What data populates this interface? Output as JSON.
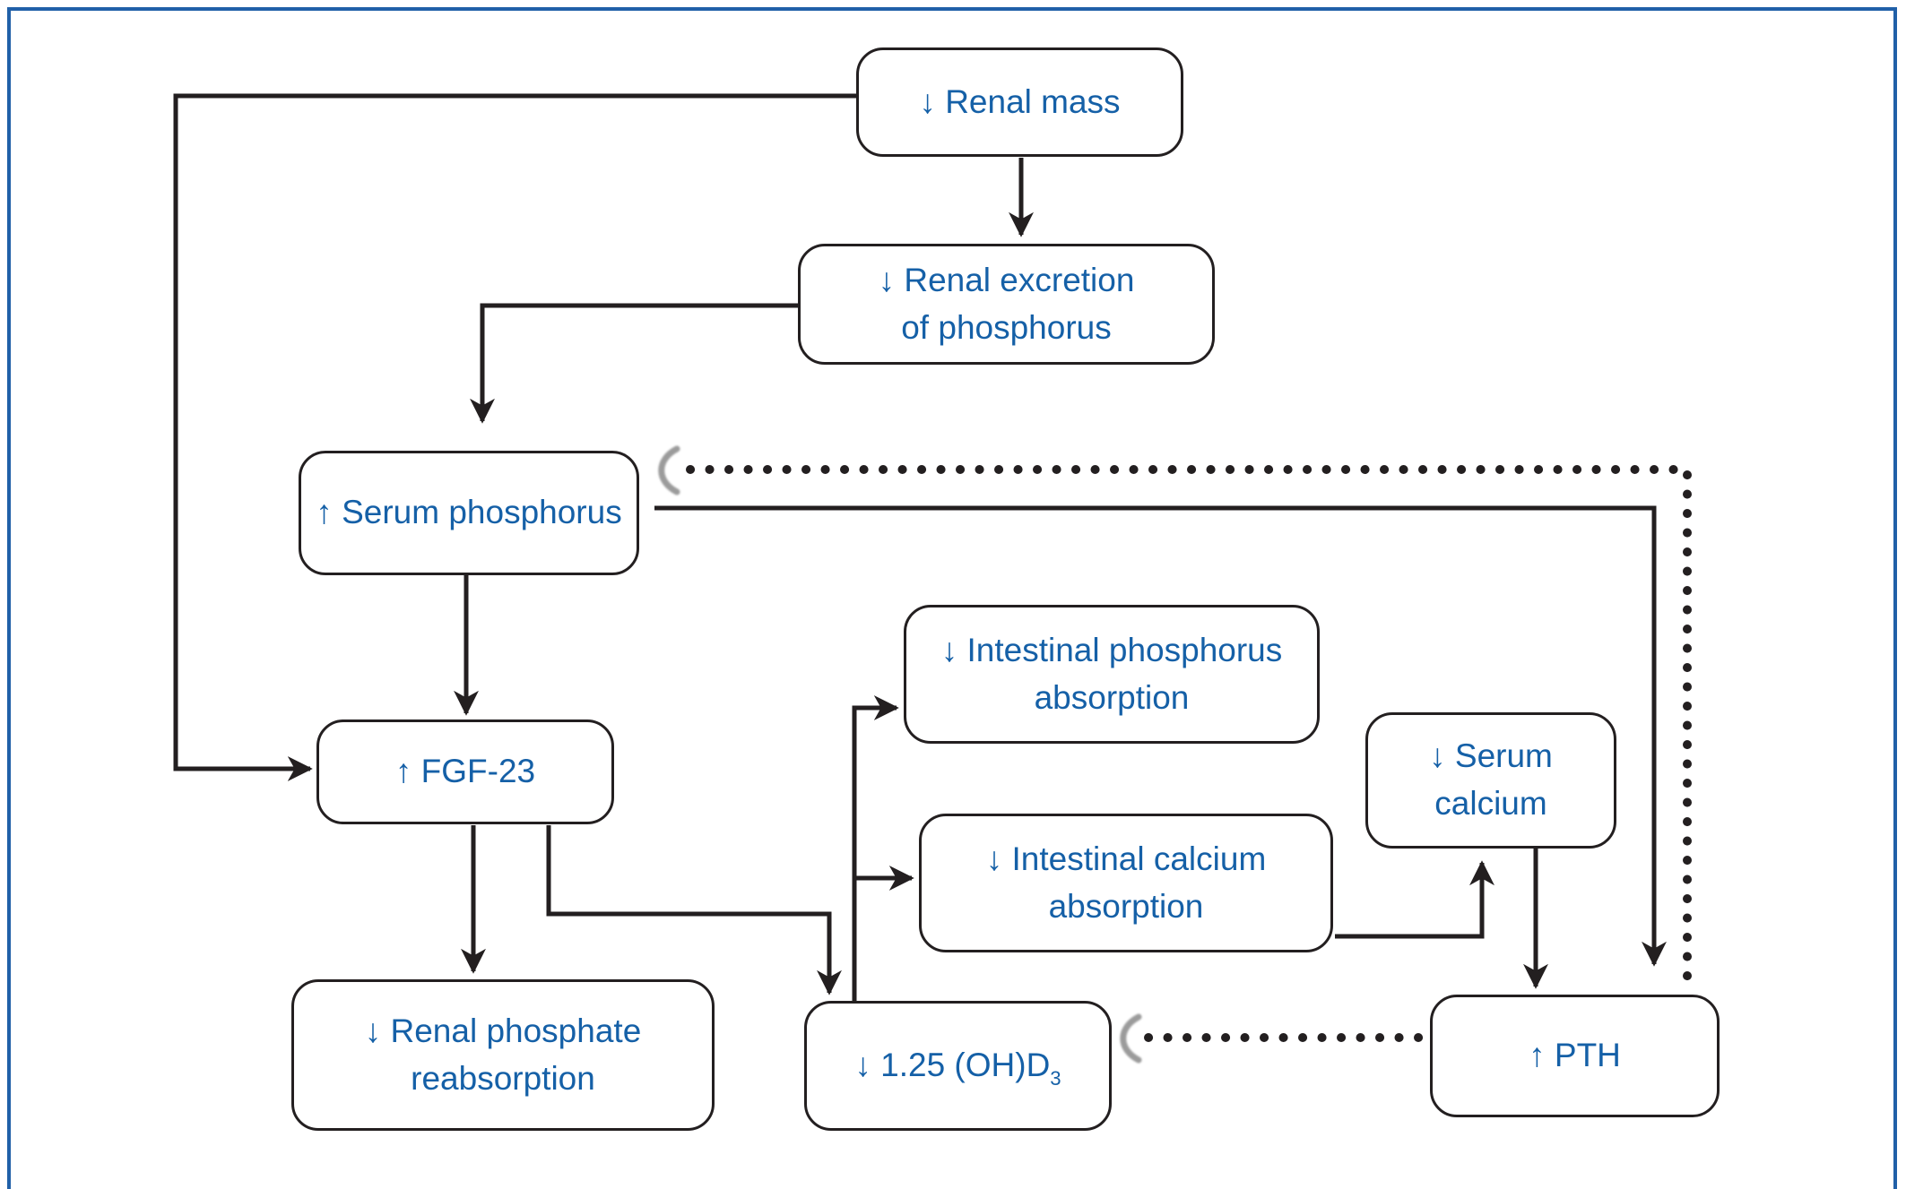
{
  "diagram": {
    "description": "Flow diagram of mineral metabolism disturbances in chronic kidney disease",
    "colors": {
      "node_text": "#1560a7",
      "node_border": "#231f20",
      "connector": "#231f20",
      "outer_frame": "#2060a8",
      "inhibition_mark": "#9b9b9b"
    },
    "nodes": {
      "renal_mass": {
        "label": "↓ Renal mass"
      },
      "renal_excretion": {
        "line1": "↓ Renal excretion",
        "line2": "of phosphorus"
      },
      "serum_phosphorus": {
        "label": "↑ Serum phosphorus"
      },
      "intestinal_phosphorus": {
        "line1": "↓ Intestinal phosphorus",
        "line2": "absorption"
      },
      "fgf23": {
        "label": "↑ FGF-23"
      },
      "intestinal_calcium": {
        "line1": "↓ Intestinal calcium",
        "line2": "absorption"
      },
      "serum_calcium": {
        "line1": "↓ Serum",
        "line2": "calcium"
      },
      "renal_phosphate": {
        "line1": "↓ Renal phosphate",
        "line2": "reabsorption"
      },
      "d3": {
        "label_main": "↓ 1.25 (OH)D",
        "label_sub": "3"
      },
      "pth": {
        "label": "↑ PTH"
      }
    },
    "connectors": {
      "solid_arrows": [
        "renal_mass -> renal_excretion",
        "renal_mass -> fgf23",
        "renal_excretion -> serum_phosphorus",
        "serum_phosphorus -> fgf23",
        "fgf23 -> renal_phosphate",
        "fgf23 -> d3",
        "d3 -> intestinal_phosphorus",
        "d3 -> intestinal_calcium",
        "intestinal_calcium -> serum_calcium",
        "serum_calcium -> pth",
        "serum_phosphorus -> pth"
      ],
      "dotted_feedback": [
        "pth -> serum_phosphorus (inhibition mark)",
        "pth -> d3 (inhibition mark)"
      ]
    }
  }
}
